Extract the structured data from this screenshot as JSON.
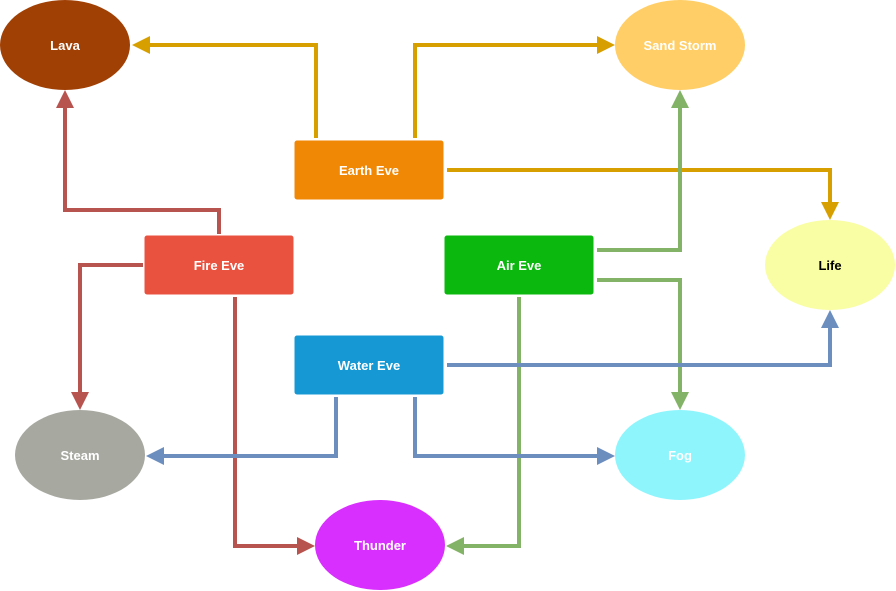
{
  "colors": {
    "earth": "#F08705",
    "fire": "#E9523F",
    "air": "#0AB80E",
    "water": "#1698D4",
    "lava": "#A14005",
    "sand_storm": "#FFCE66",
    "life": "#F9FDA3",
    "steam": "#A7A8A0",
    "fog": "#8EF5FD",
    "thunder": "#D82EFE",
    "earth_edge": "#D7A000",
    "fire_edge": "#B85450",
    "air_edge": "#82B366",
    "water_edge": "#6C8EBF",
    "text_light": "#FFFFFF",
    "text_dark": "#000000"
  },
  "nodes": {
    "earth_eve": "Earth Eve",
    "fire_eve": "Fire Eve",
    "air_eve": "Air Eve",
    "water_eve": "Water Eve",
    "lava": "Lava",
    "sand_storm": "Sand Storm",
    "life": "Life",
    "steam": "Steam",
    "fog": "Fog",
    "thunder": "Thunder"
  },
  "edges": [
    {
      "from": "Earth Eve",
      "to": "Lava",
      "color_key": "earth_edge"
    },
    {
      "from": "Earth Eve",
      "to": "Sand Storm",
      "color_key": "earth_edge"
    },
    {
      "from": "Earth Eve",
      "to": "Life",
      "color_key": "earth_edge"
    },
    {
      "from": "Fire Eve",
      "to": "Lava",
      "color_key": "fire_edge"
    },
    {
      "from": "Fire Eve",
      "to": "Steam",
      "color_key": "fire_edge"
    },
    {
      "from": "Fire Eve",
      "to": "Thunder",
      "color_key": "fire_edge"
    },
    {
      "from": "Air Eve",
      "to": "Sand Storm",
      "color_key": "air_edge"
    },
    {
      "from": "Air Eve",
      "to": "Fog",
      "color_key": "air_edge"
    },
    {
      "from": "Air Eve",
      "to": "Thunder",
      "color_key": "air_edge"
    },
    {
      "from": "Water Eve",
      "to": "Life",
      "color_key": "water_edge"
    },
    {
      "from": "Water Eve",
      "to": "Steam",
      "color_key": "water_edge"
    },
    {
      "from": "Water Eve",
      "to": "Fog",
      "color_key": "water_edge"
    }
  ]
}
